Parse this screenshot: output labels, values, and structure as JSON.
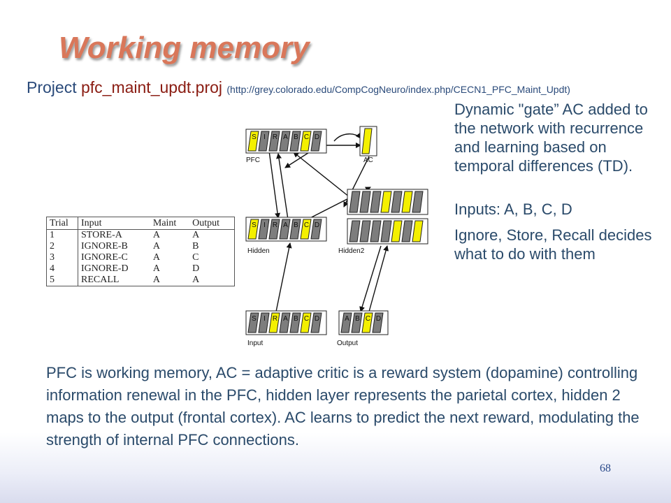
{
  "slide": {
    "title": "Working memory",
    "project_prefix": "Project",
    "project_name": "pfc_maint_updt.proj",
    "project_url": "(http://grey.colorado.edu/CompCogNeuro/index.php/CECN1_PFC_Maint_Updt)",
    "right_paragraphs": [
      "Dynamic \"gate” AC added to the network with recurrence and learning based on temporal differences (TD).",
      "Inputs: A, B, C, D",
      "Ignore, Store, Recall decides what to do with them"
    ],
    "bottom_paragraph": "PFC is working memory, AC = adaptive critic is a reward system (dopamine) controlling information renewal in the PFC, hidden layer represents the parietal cortex, hidden 2 maps to the output (frontal cortex). AC learns to predict the next reward, modulating the strength of internal PFC connections.",
    "page_number": "68"
  },
  "table": {
    "headers": [
      "Trial",
      "Input",
      "Maint",
      "Output"
    ],
    "rows": [
      [
        "1",
        "STORE-A",
        "A",
        "A"
      ],
      [
        "2",
        "IGNORE-B",
        "A",
        "B"
      ],
      [
        "3",
        "IGNORE-C",
        "A",
        "C"
      ],
      [
        "4",
        "IGNORE-D",
        "A",
        "D"
      ],
      [
        "5",
        "RECALL",
        "A",
        "A"
      ]
    ]
  },
  "diagram": {
    "unit_labels": [
      "S",
      "I",
      "R",
      "A",
      "B",
      "C",
      "D"
    ],
    "output_unit_labels": [
      "A",
      "B",
      "C",
      "D"
    ],
    "layer_labels": {
      "pfc": "PFC",
      "ac": "AC",
      "hidden": "Hidden",
      "hidden2": "Hidden2",
      "input": "Input",
      "output": "Output"
    },
    "colors": {
      "unit_gray": "#7d7d7d",
      "unit_yellow": "#f4f000",
      "title": "#d9775a",
      "text": "#2a4a6a",
      "project_name": "#8a1c12"
    }
  }
}
